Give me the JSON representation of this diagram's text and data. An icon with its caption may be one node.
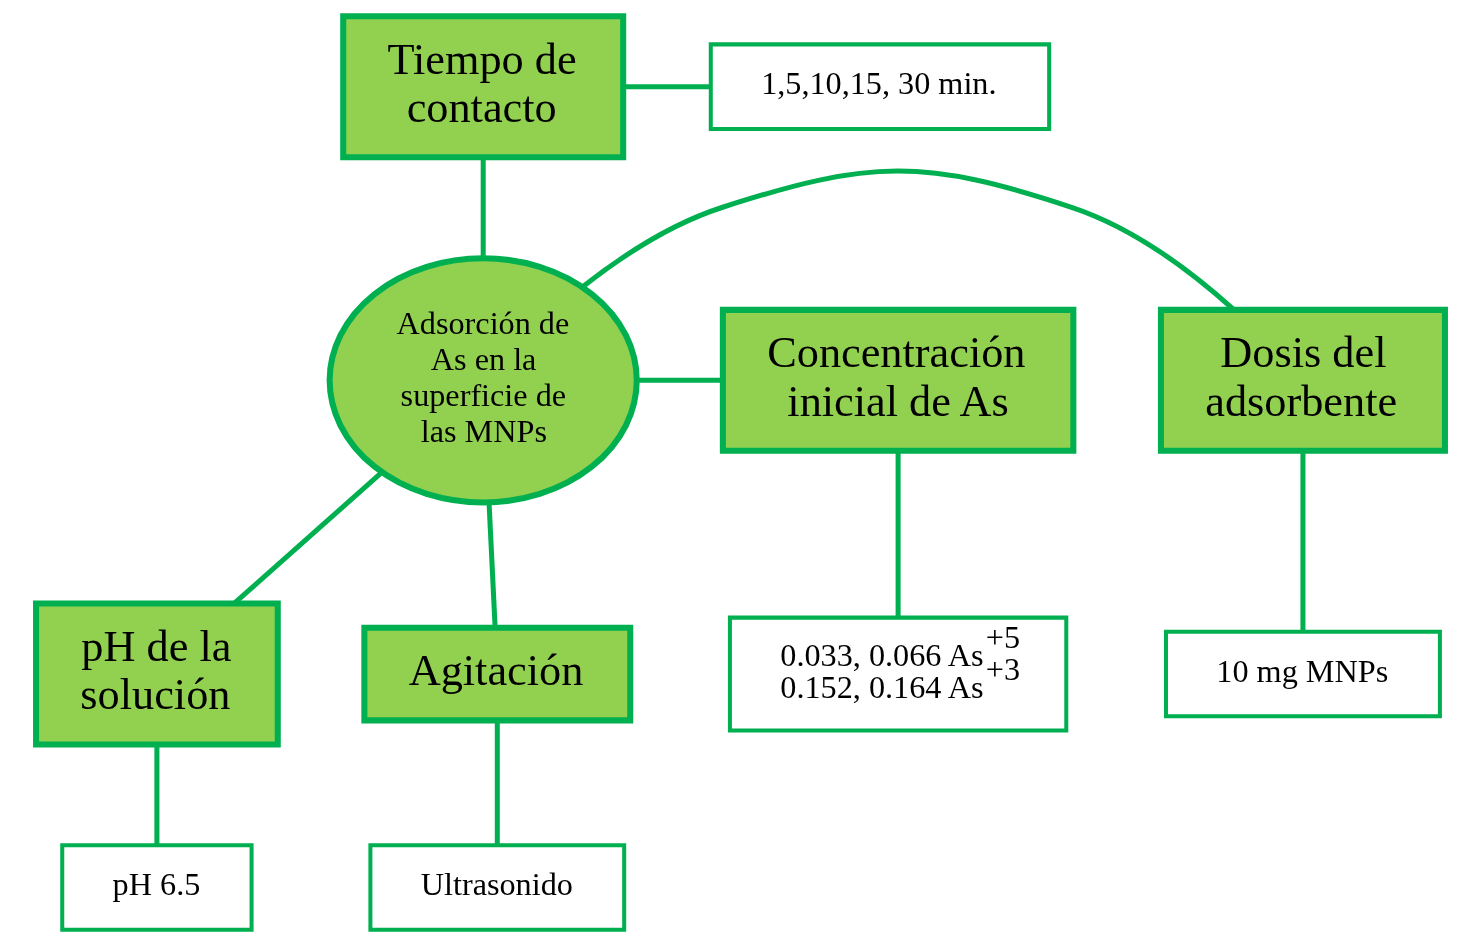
{
  "diagram": {
    "nodes": [
      {
        "text": [
          "Adsorción de As en la superficie de las MNPs"
        ]
      },
      {
        "text": [
          "Tiempo de contacto"
        ]
      },
      {
        "text": [
          "1,5,10,15, 30 min."
        ]
      },
      {
        "text": [
          "Dosis del adsorbente"
        ]
      },
      {
        "text": [
          "10 mg MNPs"
        ]
      },
      {
        "text": [
          "Concentración inicial de As"
        ]
      },
      {
        "text": [
          "0.033, 0.066 As$^{+5}$",
          "0.152, 0.164 As$^{+3}$"
        ]
      },
      {
        "text": [
          "pH de la solución"
        ]
      },
      {
        "text": [
          "pH 6.5"
        ]
      },
      {
        "text": [
          "Agitación"
        ]
      },
      {
        "text": [
          "Ultrasonido"
        ]
      }
    ],
    "edges": [
      {
        "from": 0,
        "to": 1,
        "arrow": "none"
      },
      {
        "from": 1,
        "to": 2,
        "arrow": "none"
      },
      {
        "from": 0,
        "to": 3,
        "arrow": "none"
      },
      {
        "from": 3,
        "to": 4,
        "arrow": "none"
      },
      {
        "from": 0,
        "to": 5,
        "arrow": "none"
      },
      {
        "from": 5,
        "to": 6,
        "arrow": "none"
      },
      {
        "from": 0,
        "to": 7,
        "arrow": "none"
      },
      {
        "from": 7,
        "to": 8,
        "arrow": "none"
      },
      {
        "from": 0,
        "to": 9,
        "arrow": "none"
      },
      {
        "from": 9,
        "to": 10,
        "arrow": "none"
      }
    ]
  }
}
